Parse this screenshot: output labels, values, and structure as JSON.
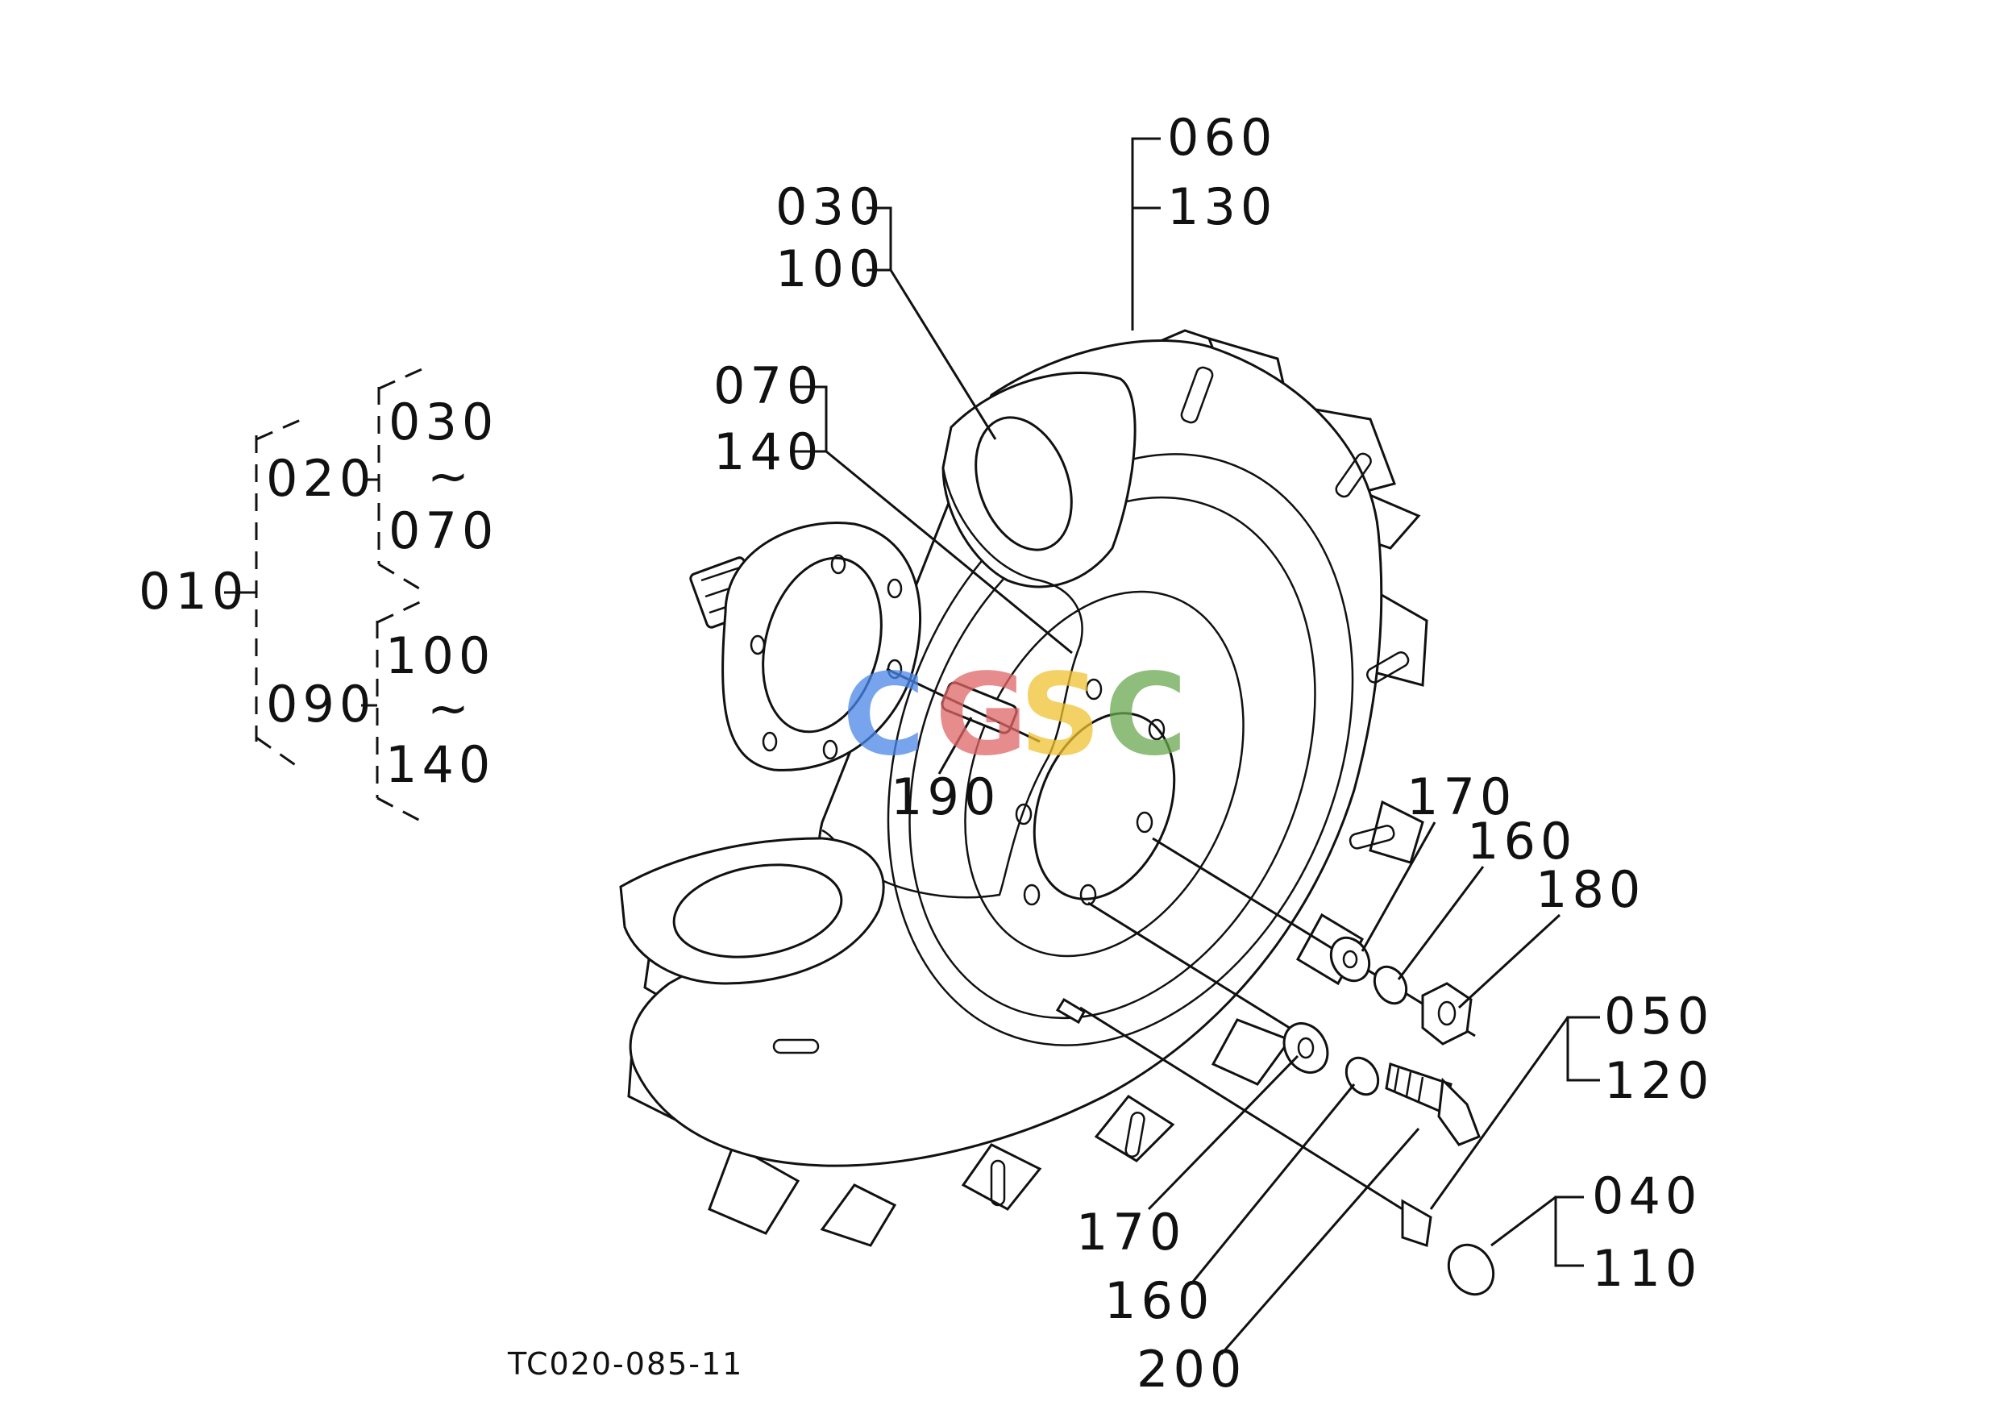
{
  "diagram": {
    "drawing_code": "TC020-085-11",
    "watermark": {
      "letters": [
        "C",
        "G",
        "S",
        "C"
      ],
      "colors": [
        "#4a86e8",
        "#e06666",
        "#f1c232",
        "#6aa84f"
      ]
    },
    "tree": {
      "root": "010",
      "group_a": {
        "label": "020",
        "from": "030",
        "sep": "~",
        "to": "070"
      },
      "group_b": {
        "label": "090",
        "from": "100",
        "sep": "~",
        "to": "140"
      }
    },
    "callouts": {
      "c060": "060",
      "c130": "130",
      "c030": "030",
      "c100": "100",
      "c070": "070",
      "c140": "140",
      "c190": "190",
      "c170a": "170",
      "c160a": "160",
      "c180": "180",
      "c050": "050",
      "c120": "120",
      "c040": "040",
      "c110": "110",
      "c170b": "170",
      "c160b": "160",
      "c200": "200"
    }
  }
}
